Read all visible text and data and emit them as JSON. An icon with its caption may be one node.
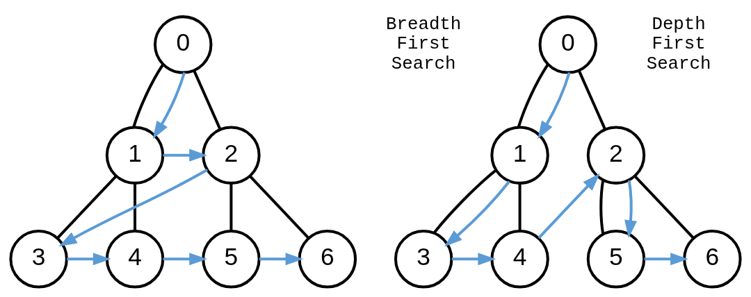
{
  "diagram": {
    "nodes": [
      {
        "text": [
          "0"
        ]
      },
      {
        "text": [
          "1"
        ]
      },
      {
        "text": [
          "2"
        ]
      },
      {
        "text": [
          "3"
        ]
      },
      {
        "text": [
          "4"
        ]
      },
      {
        "text": [
          "5"
        ]
      },
      {
        "text": [
          "6"
        ]
      },
      {
        "text": [
          "0"
        ]
      },
      {
        "text": [
          "1"
        ]
      },
      {
        "text": [
          "2"
        ]
      },
      {
        "text": [
          "3"
        ]
      },
      {
        "text": [
          "4"
        ]
      },
      {
        "text": [
          "5"
        ]
      },
      {
        "text": [
          "6"
        ]
      }
    ],
    "edges": [
      {
        "from": 0,
        "to": 1,
        "arrow": "none"
      },
      {
        "from": 0,
        "to": 2,
        "arrow": "none"
      },
      {
        "from": 1,
        "to": 3,
        "arrow": "none"
      },
      {
        "from": 1,
        "to": 4,
        "arrow": "none"
      },
      {
        "from": 2,
        "to": 5,
        "arrow": "none"
      },
      {
        "from": 2,
        "to": 6,
        "arrow": "none"
      },
      {
        "from": 0,
        "to": 1,
        "arrow": "to",
        "color": "#5b9bd5"
      },
      {
        "from": 1,
        "to": 2,
        "arrow": "to",
        "color": "#5b9bd5"
      },
      {
        "from": 2,
        "to": 3,
        "arrow": "to",
        "color": "#5b9bd5"
      },
      {
        "from": 3,
        "to": 4,
        "arrow": "to",
        "color": "#5b9bd5"
      },
      {
        "from": 4,
        "to": 5,
        "arrow": "to",
        "color": "#5b9bd5"
      },
      {
        "from": 5,
        "to": 6,
        "arrow": "to",
        "color": "#5b9bd5"
      },
      {
        "from": 7,
        "to": 8,
        "arrow": "none"
      },
      {
        "from": 7,
        "to": 9,
        "arrow": "none"
      },
      {
        "from": 8,
        "to": 10,
        "arrow": "none"
      },
      {
        "from": 8,
        "to": 11,
        "arrow": "none"
      },
      {
        "from": 9,
        "to": 12,
        "arrow": "none"
      },
      {
        "from": 9,
        "to": 13,
        "arrow": "none"
      },
      {
        "from": 7,
        "to": 8,
        "arrow": "to",
        "color": "#5b9bd5"
      },
      {
        "from": 8,
        "to": 10,
        "arrow": "to",
        "color": "#5b9bd5"
      },
      {
        "from": 10,
        "to": 11,
        "arrow": "to",
        "color": "#5b9bd5"
      },
      {
        "from": 11,
        "to": 9,
        "arrow": "to",
        "color": "#5b9bd5"
      },
      {
        "from": 9,
        "to": 12,
        "arrow": "to",
        "color": "#5b9bd5"
      },
      {
        "from": 12,
        "to": 13,
        "arrow": "to",
        "color": "#5b9bd5"
      }
    ],
    "labels": [
      "Breadth First Search",
      "Depth First Search"
    ]
  }
}
